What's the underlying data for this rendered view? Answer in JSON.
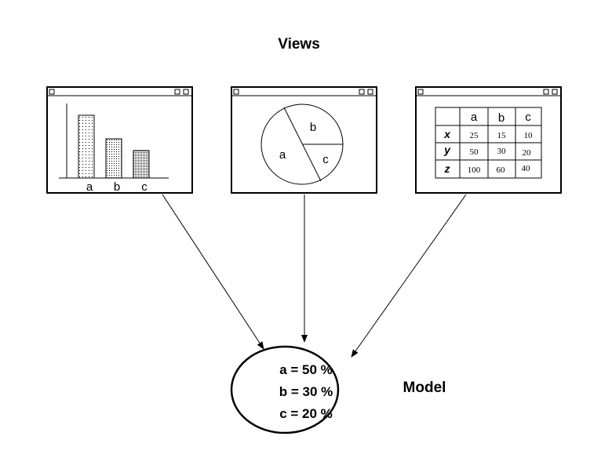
{
  "title": "Views",
  "model_label": "Model",
  "model_values": [
    "a = 50 %",
    "b = 30 %",
    "c = 20 %"
  ],
  "bar_view": {
    "categories": [
      "a",
      "b",
      "c"
    ],
    "values": [
      50,
      30,
      20
    ]
  },
  "pie_view": {
    "labels": [
      "a",
      "b",
      "c"
    ],
    "values": [
      50,
      30,
      20
    ]
  },
  "table_view": {
    "columns": [
      "a",
      "b",
      "c"
    ],
    "rows": [
      {
        "label": "x",
        "values": [
          "25",
          "15",
          "10"
        ]
      },
      {
        "label": "y",
        "values": [
          "50",
          "30",
          "20"
        ]
      },
      {
        "label": "z",
        "values": [
          "100",
          "60",
          "40"
        ]
      }
    ]
  }
}
